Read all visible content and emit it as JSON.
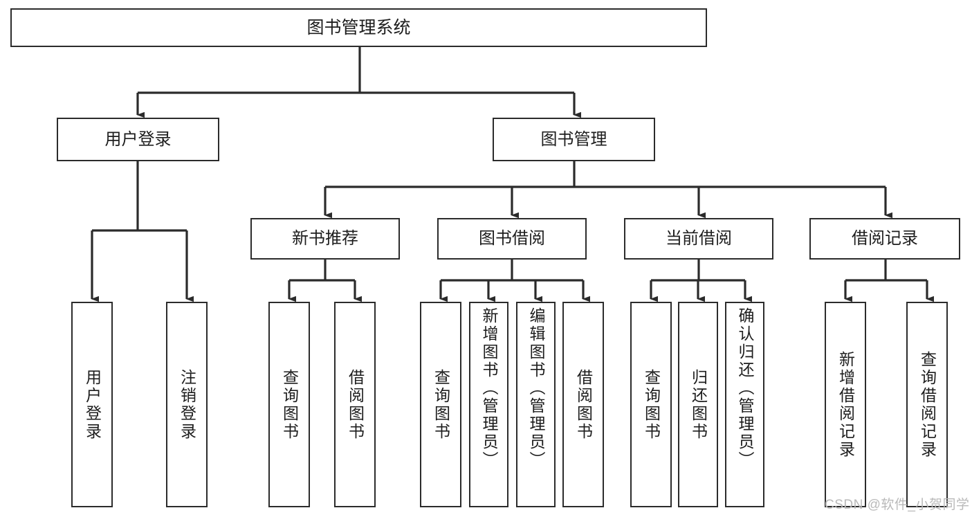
{
  "diagram": {
    "title": "图书管理系统",
    "type": "tree",
    "style": {
      "line_color": "#2b2b2b",
      "box_border_color": "#2b2b2b",
      "box_fill": "#ffffff",
      "text_color": "#1d1d1d",
      "background": "#ffffff",
      "watermark_color": "#b9b9b9"
    },
    "nodes": {
      "root": {
        "label": "图书管理系统",
        "level": 0
      },
      "user_login": {
        "label": "用户登录",
        "level": 1
      },
      "book_manage": {
        "label": "图书管理",
        "level": 1
      },
      "new_book_rec": {
        "label": "新书推荐",
        "level": 2
      },
      "book_borrow": {
        "label": "图书借阅",
        "level": 2
      },
      "current_borrow": {
        "label": "当前借阅",
        "level": 2
      },
      "borrow_record": {
        "label": "借阅记录",
        "level": 2
      },
      "leaf_user_login": {
        "label": "用户登录",
        "level": 3
      },
      "leaf_logout": {
        "label": "注销登录",
        "level": 3
      },
      "leaf_query_book_a": {
        "label": "查询图书",
        "level": 3
      },
      "leaf_borrow_book_a": {
        "label": "借阅图书",
        "level": 3
      },
      "leaf_query_book_b": {
        "label": "查询图书",
        "level": 3
      },
      "leaf_add_book": {
        "label": "新增图书（管理员）",
        "level": 3
      },
      "leaf_edit_book": {
        "label": "编辑图书（管理员）",
        "level": 3
      },
      "leaf_borrow_book_b": {
        "label": "借阅图书",
        "level": 3
      },
      "leaf_query_book_c": {
        "label": "查询图书",
        "level": 3
      },
      "leaf_return_book": {
        "label": "归还图书",
        "level": 3
      },
      "leaf_confirm_return": {
        "label": "确认归还（管理员）",
        "level": 3
      },
      "leaf_add_record": {
        "label": "新增借阅记录",
        "level": 3
      },
      "leaf_query_record": {
        "label": "查询借阅记录",
        "level": 3
      }
    },
    "edges": [
      {
        "from": "root",
        "to": "user_login"
      },
      {
        "from": "root",
        "to": "book_manage"
      },
      {
        "from": "book_manage",
        "to": "new_book_rec"
      },
      {
        "from": "book_manage",
        "to": "book_borrow"
      },
      {
        "from": "book_manage",
        "to": "current_borrow"
      },
      {
        "from": "book_manage",
        "to": "borrow_record"
      },
      {
        "from": "user_login",
        "to": "leaf_user_login"
      },
      {
        "from": "user_login",
        "to": "leaf_logout"
      },
      {
        "from": "new_book_rec",
        "to": "leaf_query_book_a"
      },
      {
        "from": "new_book_rec",
        "to": "leaf_borrow_book_a"
      },
      {
        "from": "book_borrow",
        "to": "leaf_query_book_b"
      },
      {
        "from": "book_borrow",
        "to": "leaf_add_book"
      },
      {
        "from": "book_borrow",
        "to": "leaf_edit_book"
      },
      {
        "from": "book_borrow",
        "to": "leaf_borrow_book_b"
      },
      {
        "from": "current_borrow",
        "to": "leaf_query_book_c"
      },
      {
        "from": "current_borrow",
        "to": "leaf_return_book"
      },
      {
        "from": "current_borrow",
        "to": "leaf_confirm_return"
      },
      {
        "from": "borrow_record",
        "to": "leaf_add_record"
      },
      {
        "from": "borrow_record",
        "to": "leaf_query_record"
      }
    ]
  },
  "watermark": {
    "text": "CSDN @软件_小贺同学"
  }
}
